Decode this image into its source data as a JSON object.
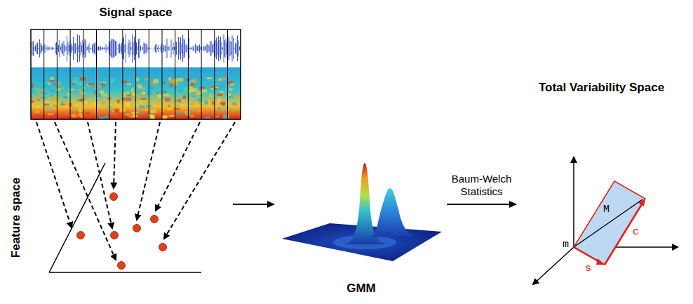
{
  "diagram": {
    "nodes": [
      {
        "text": [
          "Signal space"
        ]
      },
      {
        "text": [
          "Feature space"
        ]
      },
      {
        "text": [
          "GMM"
        ]
      },
      {
        "text": [
          "Total Variability Space"
        ]
      }
    ],
    "edges": [
      {
        "from": 1,
        "to": 2,
        "arrow": "to"
      },
      {
        "from": 2,
        "to": 3,
        "label": "Baum-Welch Statistics",
        "arrow": "to"
      }
    ],
    "labels": [
      "M",
      "m",
      "c",
      "s"
    ]
  }
}
